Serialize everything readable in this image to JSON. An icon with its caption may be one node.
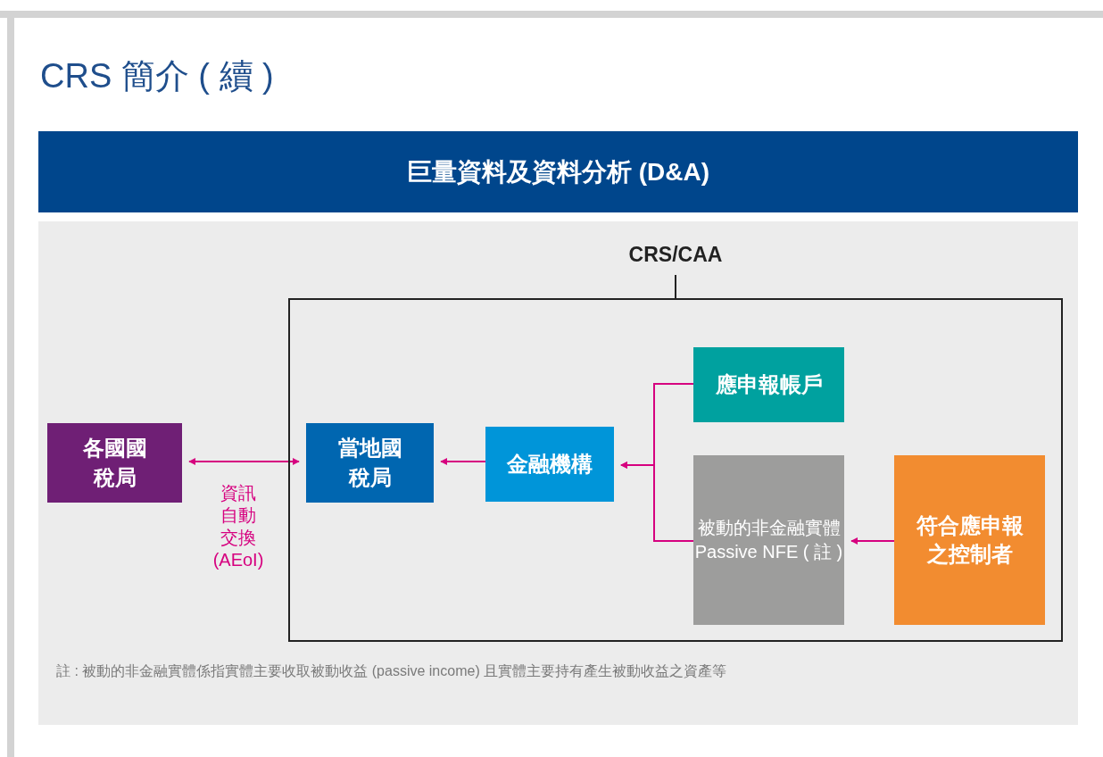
{
  "diagram": {
    "title": "CRS 簡介 ( 續 )",
    "nodes": [
      {
        "text": [
          "巨量資料及資料分析 (D&A)"
        ]
      },
      {
        "text": [
          "CRS/CAA"
        ]
      },
      {
        "text": [
          "各國國稅局"
        ]
      },
      {
        "text": [
          "當地國稅局"
        ],
        "in": 1
      },
      {
        "text": [
          "金融機構"
        ],
        "in": 1
      },
      {
        "text": [
          "應申報帳戶"
        ],
        "in": 1
      },
      {
        "text": [
          "被動的非金融實體 Passive NFE ( 註 )"
        ],
        "in": 1
      },
      {
        "text": [
          "符合應申報之控制者"
        ],
        "in": 1
      }
    ],
    "edges": [
      {
        "from": 2,
        "to": 3,
        "arrow": "both",
        "label": "資訊自動交換 (AEoI)"
      },
      {
        "from": 4,
        "to": 3,
        "arrow": "to"
      },
      {
        "from": 5,
        "to": 4,
        "arrow": "to"
      },
      {
        "from": 6,
        "to": 4,
        "arrow": "to"
      },
      {
        "from": 7,
        "to": 6,
        "arrow": "to"
      }
    ],
    "labels": [
      "註 : 被動的非金融實體係指實體主要收取被動收益 (passive income) 且實體主要持有產生被動收益之資產等"
    ]
  }
}
